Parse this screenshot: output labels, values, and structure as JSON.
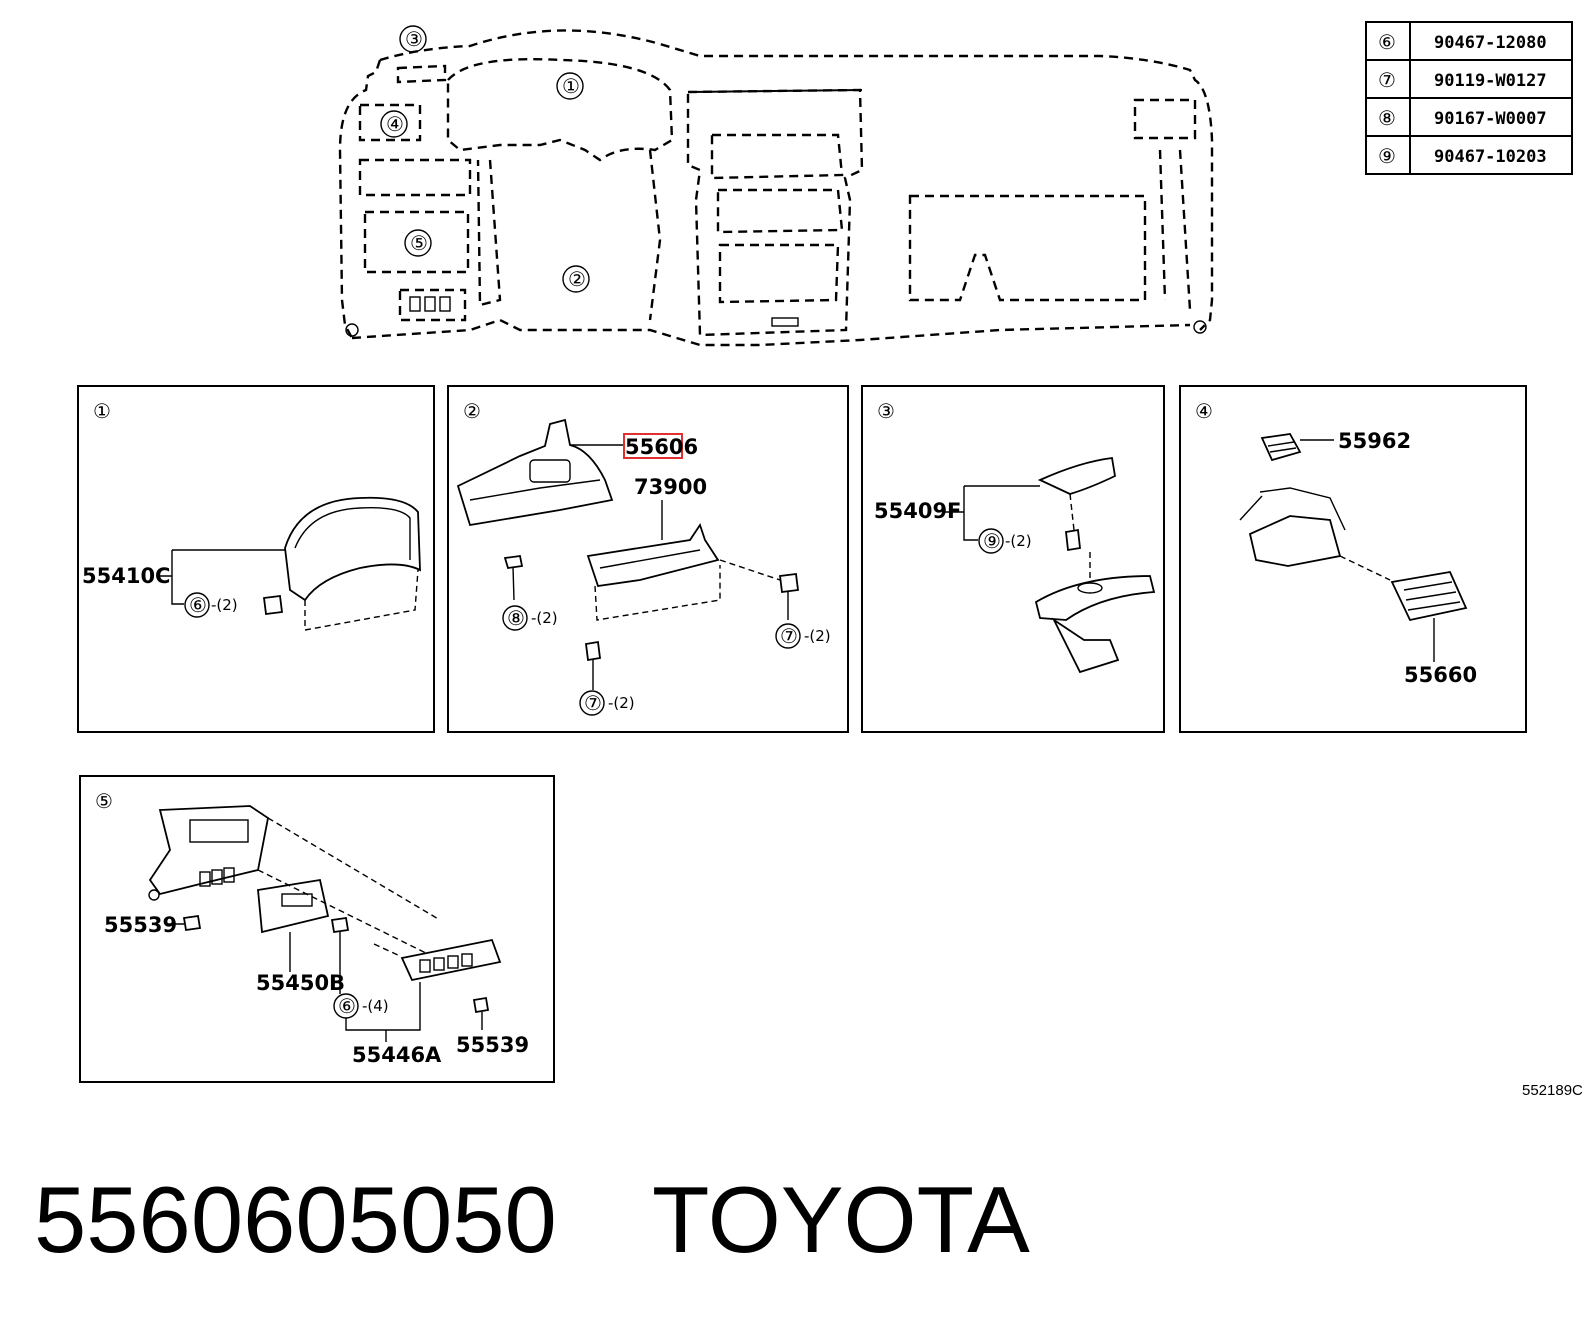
{
  "callouts": {
    "c1": "①",
    "c2": "②",
    "c3": "③",
    "c4": "④",
    "c5": "⑤",
    "c6": "⑥",
    "c7": "⑦",
    "c8": "⑧",
    "c9": "⑨"
  },
  "overview": {
    "markers": [
      "③",
      "①",
      "④",
      "⑤",
      "②"
    ]
  },
  "table": {
    "rows": [
      {
        "marker": "⑥",
        "part": "90467-12080"
      },
      {
        "marker": "⑦",
        "part": "90119-W0127"
      },
      {
        "marker": "⑧",
        "part": "90167-W0007"
      },
      {
        "marker": "⑨",
        "part": "90467-10203"
      }
    ]
  },
  "panel1": {
    "marker": "①",
    "part_main": "55410C",
    "clip_marker": "⑥",
    "clip_qty": "-(2)"
  },
  "panel2": {
    "marker": "②",
    "part_highlight": "55606",
    "part_b": "73900",
    "screw_a_marker": "⑧",
    "screw_a_qty": "-(2)",
    "screw_b_marker": "⑦",
    "screw_b_qty": "-(2)",
    "screw_c_marker": "⑦",
    "screw_c_qty": "-(2)"
  },
  "panel3": {
    "marker": "③",
    "part_main": "55409F",
    "clip_marker": "⑨",
    "clip_qty": "-(2)"
  },
  "panel4": {
    "marker": "④",
    "part_a": "55962",
    "part_b": "55660"
  },
  "panel5": {
    "marker": "⑤",
    "part_a": "55539",
    "part_b": "55450B",
    "clip_marker": "⑥",
    "clip_qty": "-(4)",
    "part_c": "55446A",
    "part_d": "55539"
  },
  "reference_code": "552189C",
  "footer": {
    "part_number": "5560605050",
    "brand": "TOYOTA"
  },
  "colors": {
    "highlight": "#e03030",
    "ink": "#000000"
  }
}
